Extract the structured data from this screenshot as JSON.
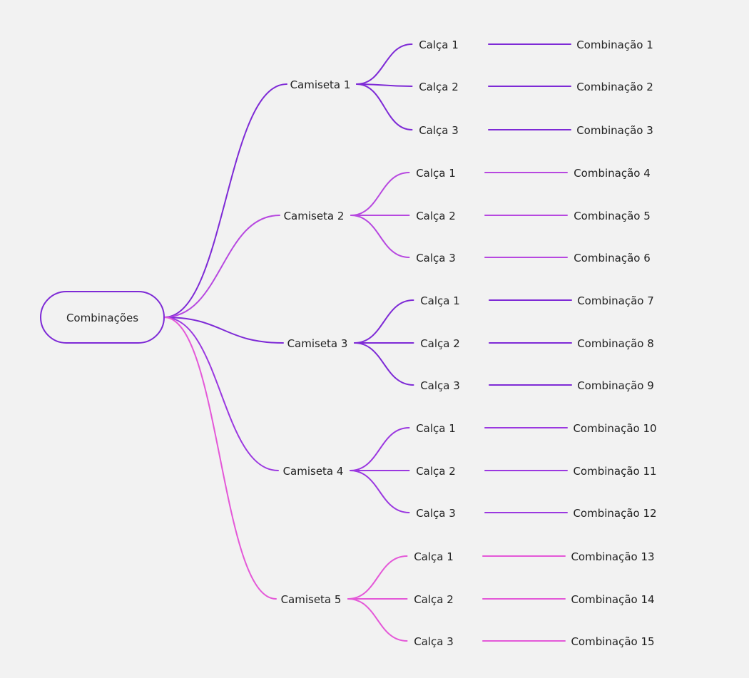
{
  "root": {
    "label": "Combinações",
    "color": "#7e2ad6"
  },
  "colors": {
    "deep_purple": "#7e2ad6",
    "violet": "#9b38e0",
    "orchid": "#b748e0",
    "magenta": "#e458d8",
    "text": "#222222",
    "background": "#f2f2f2"
  },
  "branches": [
    {
      "label": "Camiseta 1",
      "color": "#7e2ad6",
      "children": [
        {
          "label": "Calça 1",
          "result": "Combinação 1"
        },
        {
          "label": "Calça 2",
          "result": "Combinação 2"
        },
        {
          "label": "Calça 3",
          "result": "Combinação 3"
        }
      ]
    },
    {
      "label": "Camiseta 2",
      "color": "#b748e0",
      "children": [
        {
          "label": "Calça 1",
          "result": "Combinação 4"
        },
        {
          "label": "Calça 2",
          "result": "Combinação 5"
        },
        {
          "label": "Calça 3",
          "result": "Combinação 6"
        }
      ]
    },
    {
      "label": "Camiseta 3",
      "color": "#7e2ad6",
      "children": [
        {
          "label": "Calça 1",
          "result": "Combinação 7"
        },
        {
          "label": "Calça 2",
          "result": "Combinação 8"
        },
        {
          "label": "Calça 3",
          "result": "Combinação 9"
        }
      ]
    },
    {
      "label": "Camiseta 4",
      "color": "#9b38e0",
      "children": [
        {
          "label": "Calça 1",
          "result": "Combinação 10"
        },
        {
          "label": "Calça 2",
          "result": "Combinação 11"
        },
        {
          "label": "Calça 3",
          "result": "Combinação 12"
        }
      ]
    },
    {
      "label": "Camiseta 5",
      "color": "#e458d8",
      "children": [
        {
          "label": "Calça 1",
          "result": "Combinação 13"
        },
        {
          "label": "Calça 2",
          "result": "Combinação 14"
        },
        {
          "label": "Calça 3",
          "result": "Combinação 15"
        }
      ]
    }
  ]
}
